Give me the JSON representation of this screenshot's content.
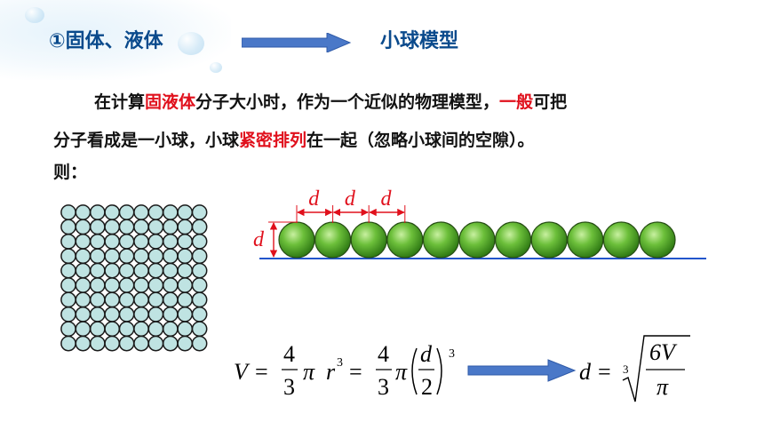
{
  "heading": {
    "left": "①固体、液体",
    "right": "小球模型"
  },
  "paragraph": {
    "line1_a": "在计算",
    "line1_b": "固液体",
    "line1_c": "分子大小时，作为一个近似的物理模型，",
    "line1_d": "一般",
    "line1_e": "可把",
    "line2_a": "分子看成是一小球，小球",
    "line2_b": "紧密排列",
    "line2_c": "在一起（忽略小球间的空隙）。",
    "line3": "则："
  },
  "diagram": {
    "spacing_label": "d",
    "height_label": "d",
    "grid_rows": 10,
    "grid_cols": 10,
    "row_balls": 11
  },
  "formula": {
    "V": "V",
    "eq": "=",
    "four": "4",
    "three": "3",
    "pi": "π",
    "r": "r",
    "cube": "3",
    "d": "d",
    "two": "2",
    "root_index": "3",
    "sixV": "6V"
  },
  "colors": {
    "heading": "#0a4a8c",
    "emphasis": "#e0101c",
    "arrow": "#4a78c8",
    "ball": "#6cbf3a",
    "grid_ball": "#bfe3e2",
    "baseline": "#2255cc"
  }
}
